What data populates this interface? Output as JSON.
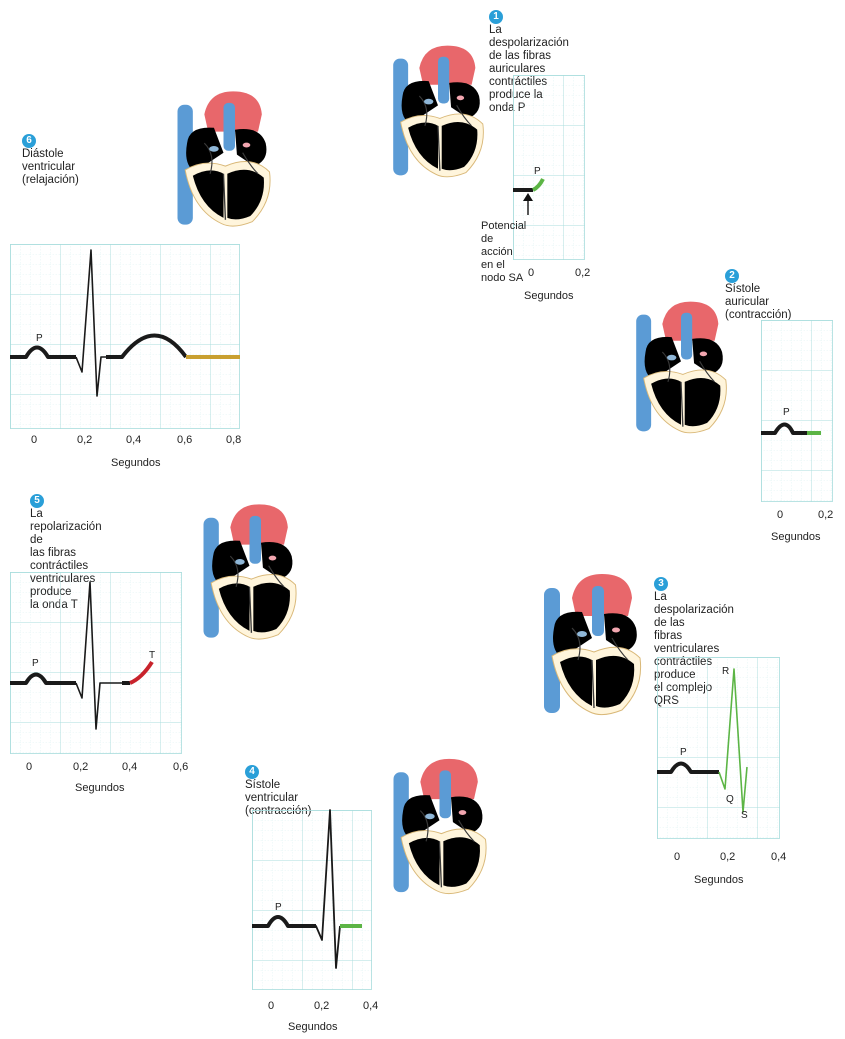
{
  "colors": {
    "atrium_blue": "#5b9bd5",
    "aorta_red": "#e8676b",
    "ventricle_cream": "#f8d99a",
    "depolarized_green": "#5cb545",
    "repolarized_red": "#c8232c",
    "relaxed_gold": "#c9a030",
    "grid": "#a8dcdc",
    "trace_black": "#1a1a1a",
    "badge": "#2a9fd8"
  },
  "stages": [
    {
      "number": "1",
      "caption": "La despolarización de las fibras\nauriculares contráctiles\nproduce la onda P",
      "annotation": "Potencial de acción\nen el nodo SA",
      "waves": [
        "P"
      ],
      "ticks": [
        "0",
        "0,2"
      ],
      "xlabel": "Segundos"
    },
    {
      "number": "2",
      "caption": "Sístole auricular\n(contracción)",
      "waves": [
        "P"
      ],
      "ticks": [
        "0",
        "0,2"
      ],
      "xlabel": "Segundos"
    },
    {
      "number": "3",
      "caption": "La despolarización de las\nfibras ventriculares\ncontráctiles produce\nel complejo QRS",
      "waves": [
        "P",
        "R",
        "Q",
        "S"
      ],
      "ticks": [
        "0",
        "0,2",
        "0,4"
      ],
      "xlabel": "Segundos"
    },
    {
      "number": "4",
      "caption": "Sístole ventricular\n(contracción)",
      "waves": [
        "P"
      ],
      "ticks": [
        "0",
        "0,2",
        "0,4"
      ],
      "xlabel": "Segundos"
    },
    {
      "number": "5",
      "caption": "La repolarización de\nlas fibras contráctiles\nventriculares produce\nla onda T",
      "waves": [
        "P",
        "T"
      ],
      "ticks": [
        "0",
        "0,2",
        "0,4",
        "0,6"
      ],
      "xlabel": "Segundos"
    },
    {
      "number": "6",
      "caption": "Diástole ventricular\n(relajación)",
      "waves": [
        "P"
      ],
      "ticks": [
        "0",
        "0,2",
        "0,4",
        "0,6",
        "0,8"
      ],
      "xlabel": "Segundos"
    }
  ],
  "hearts": [
    {
      "state": "atria-depolarizing",
      "atria_color": "green",
      "ventricle_color": "cream"
    },
    {
      "state": "atrial-systole",
      "atria_color": "green",
      "ventricle_color": "cream"
    },
    {
      "state": "ventricles-depolarizing",
      "atria_color": "red",
      "ventricle_color": "green"
    },
    {
      "state": "ventricular-systole",
      "atria_color": "cream",
      "ventricle_color": "green"
    },
    {
      "state": "ventricles-repolarizing",
      "atria_color": "cream",
      "ventricle_color": "red"
    },
    {
      "state": "ventricular-diastole",
      "atria_color": "gold",
      "ventricle_color": "cream"
    }
  ]
}
